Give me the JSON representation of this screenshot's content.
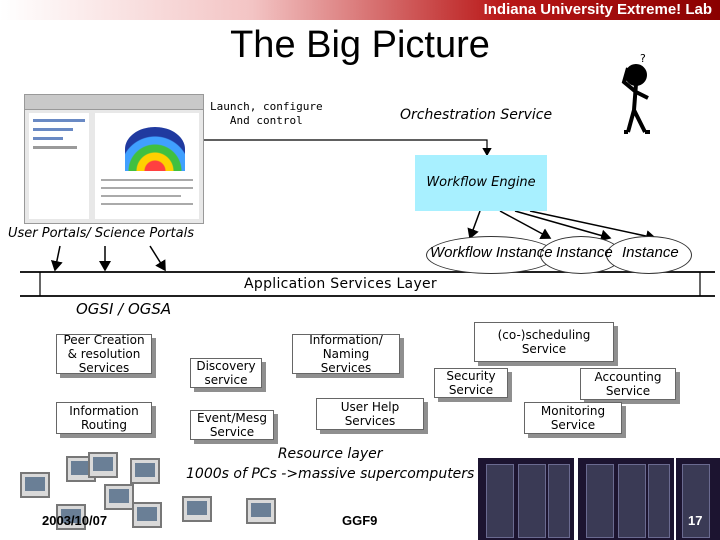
{
  "header": {
    "lab": "Indiana University Extreme! Lab"
  },
  "title": "The Big Picture",
  "portal": {
    "label": "User Portals/ Science Portals"
  },
  "launch_text": {
    "line1": "Launch, configure",
    "line2": "And control"
  },
  "orchestration": "Orchestration Service",
  "workflow_engine": "Workflow Engine",
  "instances": {
    "first": "Workflow Instance",
    "second": "Instance",
    "third": "Instance"
  },
  "app_layer": "Application Services Layer",
  "ogsi": "OGSI / OGSA",
  "services": {
    "peer": {
      "l1": "Peer Creation",
      "l2": "& resolution",
      "l3": "Services"
    },
    "info_routing": {
      "l1": "Information",
      "l2": "Routing"
    },
    "discovery": {
      "l1": "Discovery",
      "l2": "service"
    },
    "event": {
      "l1": "Event/Mesg",
      "l2": "Service"
    },
    "naming": {
      "l1": "Information/",
      "l2": "Naming",
      "l3": "Services"
    },
    "help": {
      "l1": "User Help",
      "l2": "Services"
    },
    "scheduling": {
      "l1": "(co-)scheduling",
      "l2": "Service"
    },
    "security": {
      "l1": "Security",
      "l2": "Service"
    },
    "accounting": {
      "l1": "Accounting",
      "l2": "Service"
    },
    "monitoring": {
      "l1": "Monitoring",
      "l2": "Service"
    }
  },
  "resource": {
    "line1": "Resource layer",
    "line2": "1000s of PCs ->massive supercomputers"
  },
  "footer": {
    "date": "2003/10/07",
    "conf": "GGF9",
    "page": "17"
  },
  "colors": {
    "workflow_engine": "#a8f0ff",
    "header_red": "#b91818"
  }
}
